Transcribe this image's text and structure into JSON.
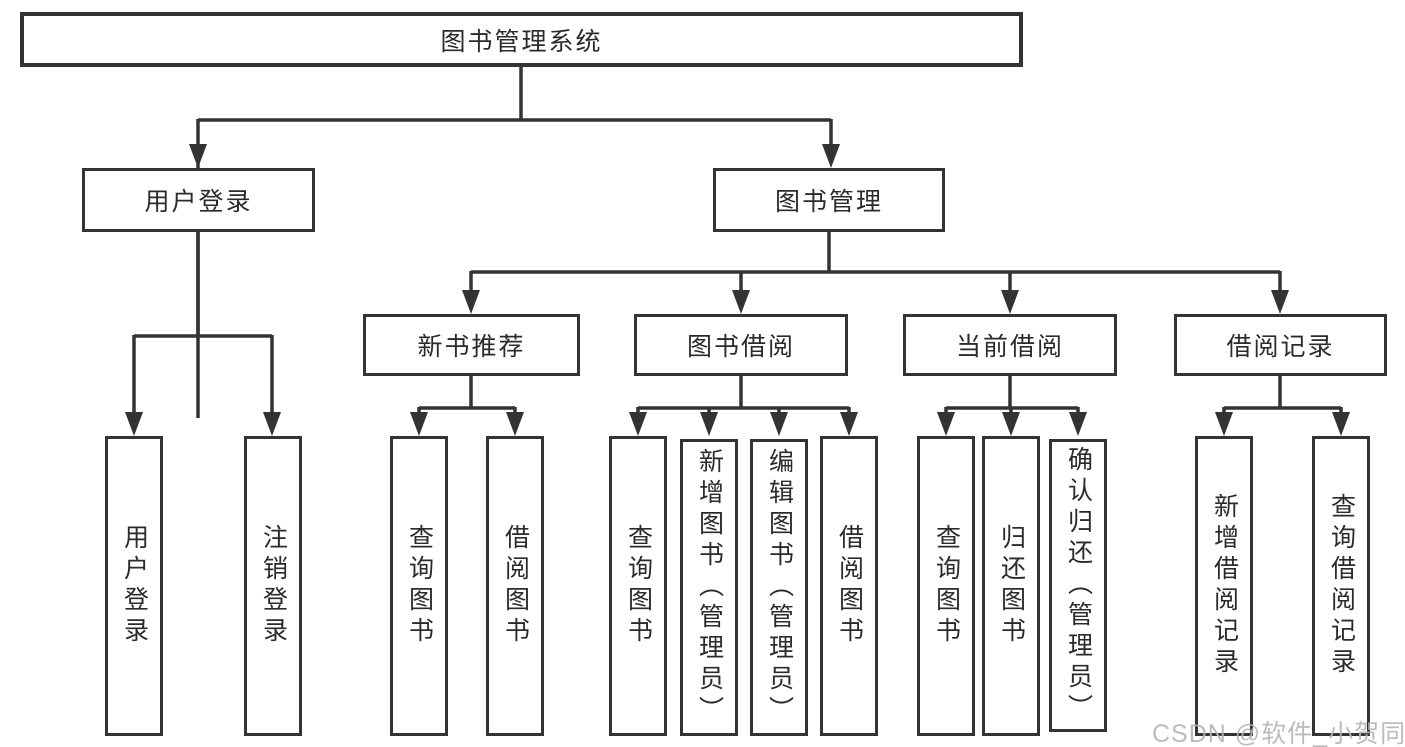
{
  "tree": {
    "label": "图书管理系统",
    "children": [
      {
        "label": "用户登录",
        "children": [
          {
            "label": "用户登录"
          },
          {
            "label": "注销登录"
          }
        ]
      },
      {
        "label": "图书管理",
        "children": [
          {
            "label": "新书推荐",
            "children": [
              {
                "label": "查询图书"
              },
              {
                "label": "借阅图书"
              }
            ]
          },
          {
            "label": "图书借阅",
            "children": [
              {
                "label": "查询图书"
              },
              {
                "label": "新增图书（管理员）"
              },
              {
                "label": "编辑图书（管理员）"
              },
              {
                "label": "借阅图书"
              }
            ]
          },
          {
            "label": "当前借阅",
            "children": [
              {
                "label": "查询图书"
              },
              {
                "label": "归还图书"
              },
              {
                "label": "确认归还（管理员）"
              }
            ]
          },
          {
            "label": "借阅记录",
            "children": [
              {
                "label": "新增借阅记录"
              },
              {
                "label": "查询借阅记录"
              }
            ]
          }
        ]
      }
    ]
  },
  "watermark": {
    "text": "CSDN @软件_小贺同学"
  },
  "colors": {
    "line": "#333333",
    "node_border": "#333333",
    "node_text": "#2b2b2b",
    "background": "#ffffff",
    "watermark": "#b5b5b5"
  }
}
